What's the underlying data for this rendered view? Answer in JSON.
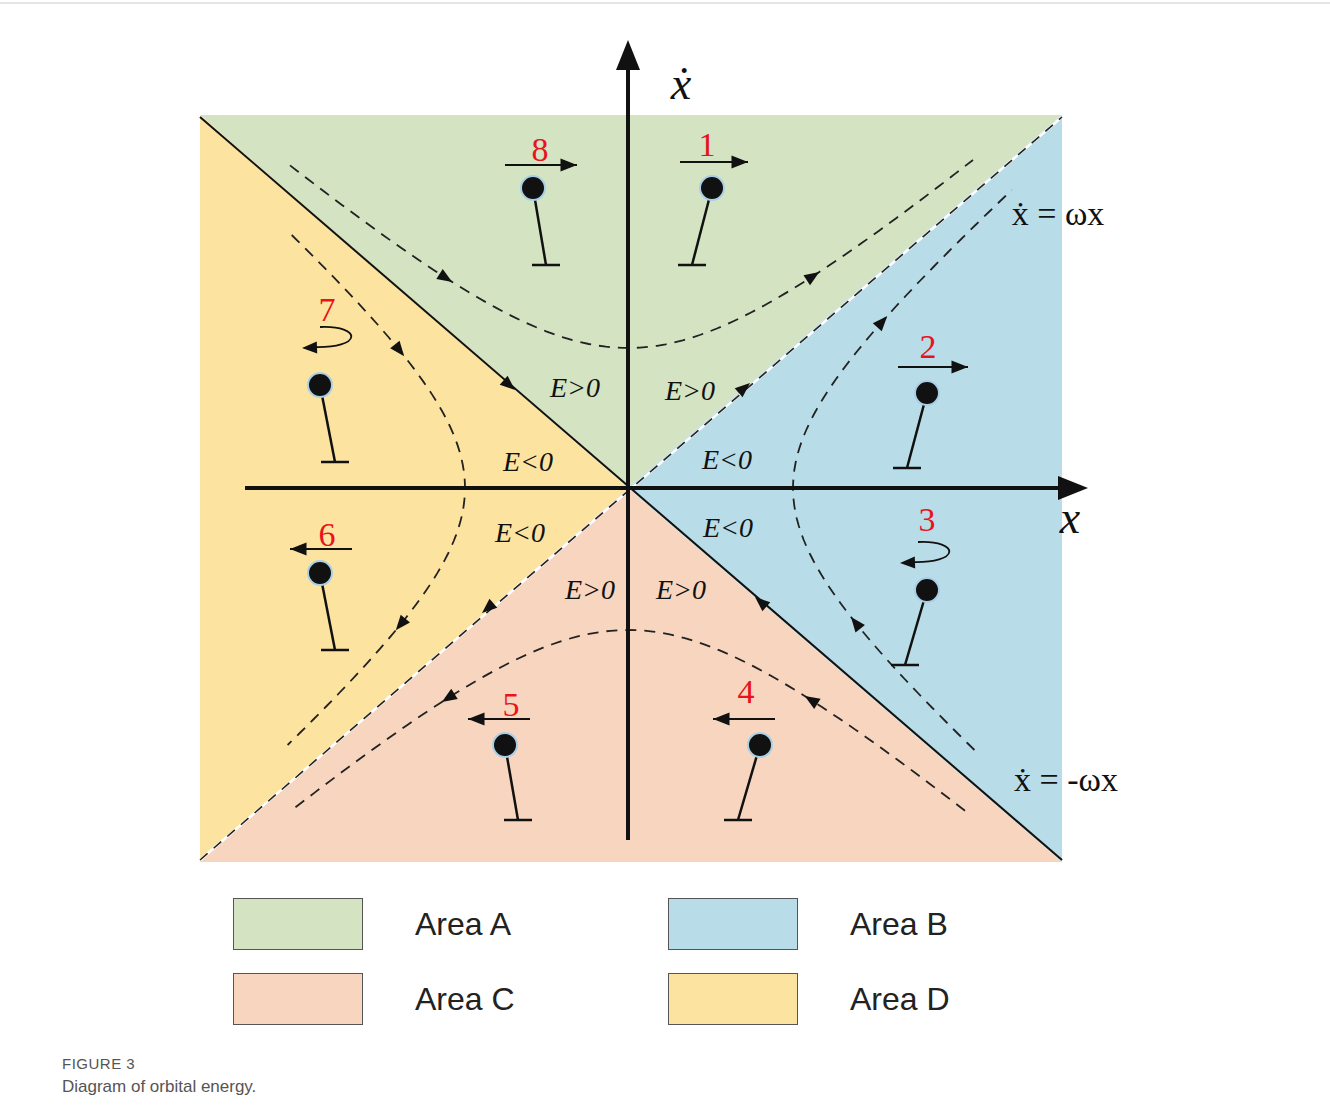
{
  "diagram": {
    "title": "FIGURE 3",
    "caption": "Diagram of orbital energy.",
    "labels": [
      "ẋ",
      "x",
      "ẋ = ωx",
      "ẋ = -ωx",
      "1",
      "2",
      "3",
      "4",
      "5",
      "6",
      "7",
      "8",
      "E>0",
      "E>0",
      "E<0",
      "E<0",
      "E<0",
      "E<0",
      "E>0",
      "E>0"
    ],
    "legend": [
      {
        "text": "Area A",
        "color": "#d4e3c1"
      },
      {
        "text": "Area B",
        "color": "#b8dde8"
      },
      {
        "text": "Area C",
        "color": "#f7d5bf"
      },
      {
        "text": "Area D",
        "color": "#fde3a0"
      }
    ]
  }
}
